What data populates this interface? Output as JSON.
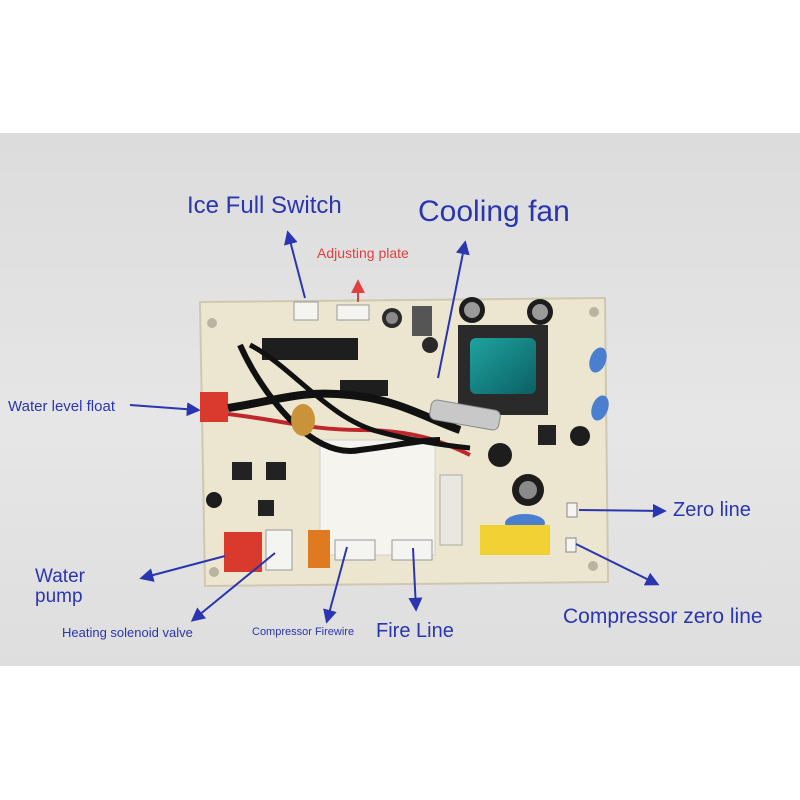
{
  "labels": {
    "ice_full_switch": "Ice Full Switch",
    "cooling_fan": "Cooling fan",
    "adjusting_plate": "Adjusting plate",
    "water_level_float": "Water level float",
    "zero_line": "Zero line",
    "water_pump_line1": "Water",
    "water_pump_line2": "pump",
    "heating_solenoid_valve": "Heating solenoid valve",
    "compressor_firewire": "Compressor Firewire",
    "fire_line": "Fire Line",
    "compressor_zero_line": "Compressor zero line"
  },
  "colors": {
    "label_blue": "#2a35b0",
    "label_red": "#e04040",
    "board": "#ece5cf",
    "background": "#e0e0e0"
  }
}
